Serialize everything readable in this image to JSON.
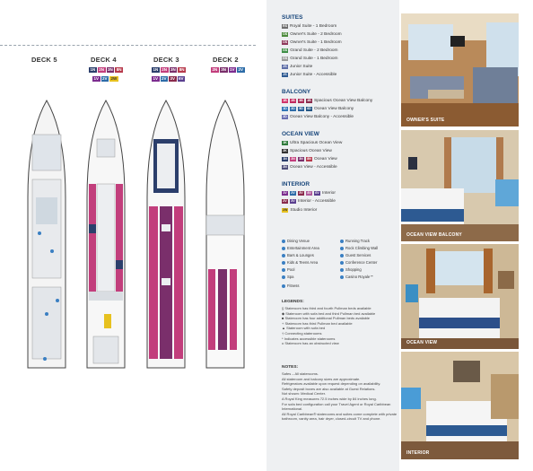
{
  "decks": [
    {
      "title": "DECK 5",
      "rows": []
    },
    {
      "title": "DECK 4",
      "rows": [
        [
          "1N",
          "2N",
          "3N",
          "8N"
        ],
        [
          "1V",
          "2V",
          "2W"
        ]
      ]
    },
    {
      "title": "DECK 3",
      "rows": [
        [
          "1N",
          "2N",
          "3N",
          "8N"
        ],
        [
          "1V",
          "2V",
          "3V",
          "6V"
        ]
      ]
    },
    {
      "title": "DECK 2",
      "rows": [
        [
          "2N",
          "3N",
          "1V",
          "2V"
        ]
      ]
    }
  ],
  "suites": {
    "heading": "SUITES",
    "items": [
      {
        "code": "RS",
        "label": "Royal Suite - 1 Bedroom",
        "color": "#6d6d6d"
      },
      {
        "code": "OS",
        "label": "Owner's Suite - 2 Bedroom",
        "color": "#4b8a3b"
      },
      {
        "code": "OS",
        "label": "Owner's Suite - 1 Bedroom",
        "color": "#8f3a5c"
      },
      {
        "code": "GS",
        "label": "Grand Suite - 2 Bedroom",
        "color": "#3f8f47"
      },
      {
        "code": "GS",
        "label": "Grand Suite - 1 Bedroom",
        "color": "#9a9a9a"
      },
      {
        "code": "JS",
        "label": "Junior Suite",
        "color": "#5f6fa8"
      },
      {
        "code": "JS",
        "label": "Junior Suite - Accessible",
        "color": "#2d5a92"
      }
    ]
  },
  "balcony": {
    "heading": "BALCONY",
    "items": [
      {
        "codes": [
          "1B",
          "2B",
          "3B",
          "4B"
        ],
        "colors": [
          "#d1356a",
          "#c12a5f",
          "#a82a55",
          "#8a2b4c"
        ],
        "label": "Spacious Ocean View Balcony"
      },
      {
        "codes": [
          "1D",
          "2D",
          "5D",
          "6D"
        ],
        "colors": [
          "#3276b6",
          "#2d6ca8",
          "#2a6199",
          "#245683"
        ],
        "label": "Ocean View Balcony"
      },
      {
        "codes": [
          "2D"
        ],
        "colors": [
          "#6a6fb2"
        ],
        "label": "Ocean View Balcony - Accessible"
      }
    ]
  },
  "oceanview": {
    "heading": "OCEAN VIEW",
    "items": [
      {
        "codes": [
          "1K"
        ],
        "colors": [
          "#2f7b3c"
        ],
        "label": "Ultra Spacious Ocean View"
      },
      {
        "codes": [
          "2K"
        ],
        "colors": [
          "#333333"
        ],
        "label": "Spacious Ocean View"
      },
      {
        "codes": [
          "1N",
          "2N",
          "3N",
          "8N"
        ],
        "colors": [
          "#2b3e6b",
          "#c23e7c",
          "#7a2f6b",
          "#b73a4c"
        ],
        "label": "Ocean View"
      },
      {
        "codes": [
          "2N"
        ],
        "colors": [
          "#4f4f7a"
        ],
        "label": "Ocean View - Accessible"
      }
    ]
  },
  "interior": {
    "heading": "INTERIOR",
    "items": [
      {
        "codes": [
          "1V",
          "2V",
          "3V",
          "4V",
          "6V"
        ],
        "colors": [
          "#7c2d8f",
          "#2d6ca8",
          "#8a2b4c",
          "#b05a9b",
          "#5a3f8f"
        ],
        "label": "Interior"
      },
      {
        "codes": [
          "2V",
          "3V"
        ],
        "colors": [
          "#8a2b4c",
          "#5a3f8f"
        ],
        "label": "Interior - Accessible"
      },
      {
        "codes": [
          "2W"
        ],
        "colors": [
          "#e7c11f"
        ],
        "label": "Studio Interior"
      }
    ]
  },
  "amenities_left": [
    "Dining Venue",
    "Entertainment Area",
    "Bars & Lounges",
    "Kids & Teens Area",
    "Pool",
    "Spa",
    "Fitness"
  ],
  "amenities_right": [
    "Running Track",
    "Rock Climbing Wall",
    "Guest Services",
    "Conference Center",
    "Shopping",
    "Casino Royale℠"
  ],
  "legends": {
    "heading": "LEGENDS:",
    "items": [
      "§  Stateroom has third and fourth Pullman beds available",
      "◆  Stateroom with sofa bed and third Pullman bed available",
      "■  Stateroom has four additional Pullman beds available",
      "+  Stateroom has third Pullman bed available",
      "▲  Stateroom with sofa bed",
      "†  Connecting staterooms",
      "*  Indicates accessible staterooms",
      "o  Stateroom has an obstructed view"
    ]
  },
  "notes": {
    "heading": "NOTES:",
    "items": [
      "Safes – All staterooms.",
      "All stateroom and balcony sizes are approximate.",
      "Refrigerators available upon request depending on availability.",
      "Safety deposit boxes are also available at Guest Relations.",
      "Not shown: Medical Center.",
      "A Royal King measures 72.5 inches wide by 84 inches long.",
      "For sofa bed configuration call your Travel Agent or Royal Caribbean International.",
      "All Royal Caribbean® staterooms and suites come complete with private bathroom, vanity area, hair dryer, closed-circuit TV and phone."
    ]
  },
  "photos": [
    {
      "caption": "OWNER'S SUITE"
    },
    {
      "caption": "OCEAN VIEW BALCONY"
    },
    {
      "caption": "OCEAN VIEW"
    },
    {
      "caption": "INTERIOR"
    }
  ]
}
